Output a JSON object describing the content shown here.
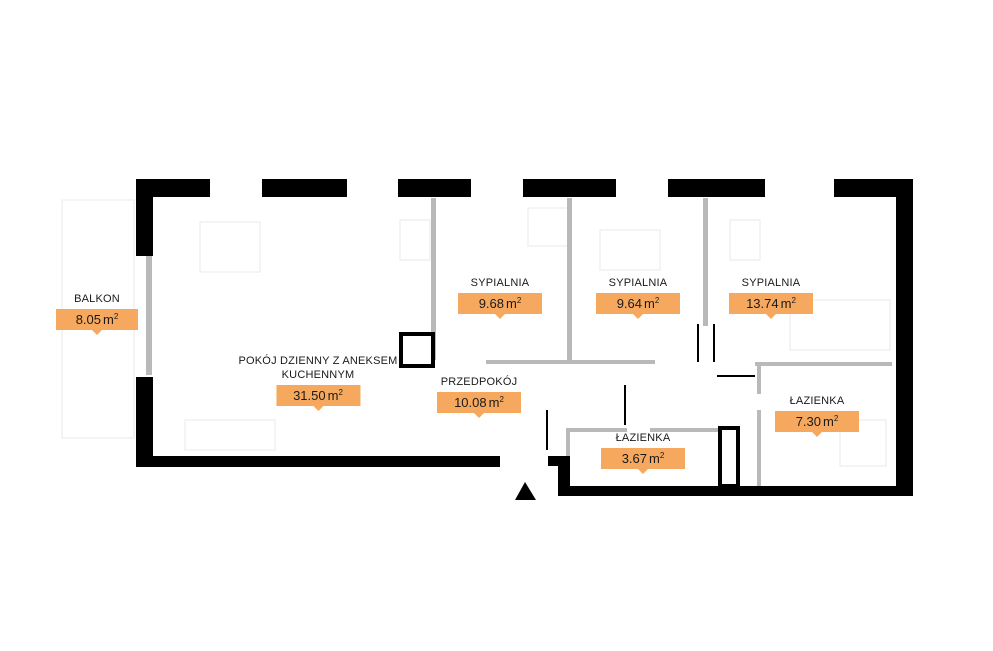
{
  "colors": {
    "wall": "#000000",
    "partition": "#b9b9b9",
    "label_accent": "#f6a95e",
    "text": "#1a1a1a"
  },
  "icons": {
    "entrance": "entrance-triangle-icon"
  },
  "rooms": [
    {
      "name": "BALKON",
      "area": "8.05",
      "unit": "m",
      "exp": "2"
    },
    {
      "name_lines": [
        "POKÓJ DZIENNY Z ANEKSEM",
        "KUCHENNYM"
      ],
      "area": "31.50",
      "unit": "m",
      "exp": "2"
    },
    {
      "name": "SYPIALNIA",
      "area": "9.68",
      "unit": "m",
      "exp": "2"
    },
    {
      "name": "SYPIALNIA",
      "area": "9.64",
      "unit": "m",
      "exp": "2"
    },
    {
      "name": "SYPIALNIA",
      "area": "13.74",
      "unit": "m",
      "exp": "2"
    },
    {
      "name": "PRZEDPOKÓJ",
      "area": "10.08",
      "unit": "m",
      "exp": "2"
    },
    {
      "name": "ŁAZIENKA",
      "area": "7.30",
      "unit": "m",
      "exp": "2"
    },
    {
      "name": "ŁAZIENKA",
      "area": "3.67",
      "unit": "m",
      "exp": "2"
    }
  ]
}
